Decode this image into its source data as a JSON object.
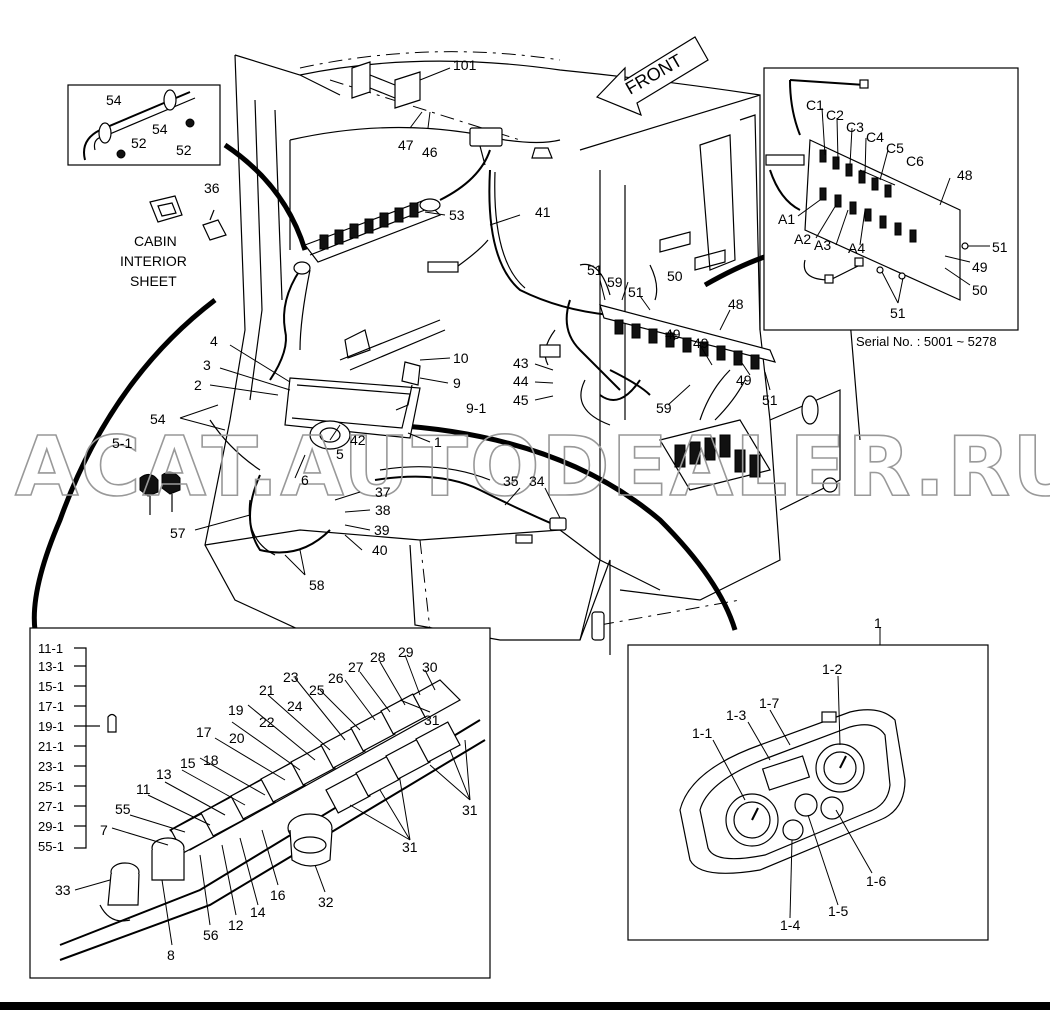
{
  "front_label": "FRONT",
  "watermark": "ACAT.AUTODEALER.RU",
  "serial_note": "Serial No. : 5001 ~ 5278",
  "cabin_note": [
    "CABIN",
    "INTERIOR",
    "SHEET"
  ],
  "main_labels": [
    "101",
    "47",
    "46",
    "54",
    "54",
    "52",
    "52",
    "36",
    "53",
    "41",
    "4",
    "3",
    "2",
    "54",
    "5-1",
    "42",
    "5",
    "6",
    "37",
    "38",
    "39",
    "40",
    "57",
    "58",
    "10",
    "9",
    "9-1",
    "1",
    "35",
    "34",
    "43",
    "44",
    "45",
    "51",
    "59",
    "50",
    "51",
    "49",
    "48",
    "49",
    "59",
    "51",
    "49"
  ],
  "detail_right_labels": [
    "C1",
    "C2",
    "C3",
    "C4",
    "C5",
    "C6",
    "48",
    "A1",
    "A2",
    "A3",
    "A4",
    "51",
    "49",
    "50",
    "51"
  ],
  "switch_panel_labels": [
    "11-1",
    "13-1",
    "15-1",
    "17-1",
    "19-1",
    "21-1",
    "23-1",
    "25-1",
    "27-1",
    "29-1",
    "55-1",
    "23",
    "29",
    "30",
    "21",
    "25",
    "26",
    "27",
    "28",
    "19",
    "24",
    "17",
    "22",
    "20",
    "15",
    "18",
    "13",
    "11",
    "55",
    "7",
    "33",
    "8",
    "56",
    "12",
    "14",
    "16",
    "32",
    "31",
    "31",
    "31"
  ],
  "cluster_labels": [
    "1",
    "1-2",
    "1-7",
    "1-3",
    "1-1",
    "1-6",
    "1-5",
    "1-4"
  ]
}
